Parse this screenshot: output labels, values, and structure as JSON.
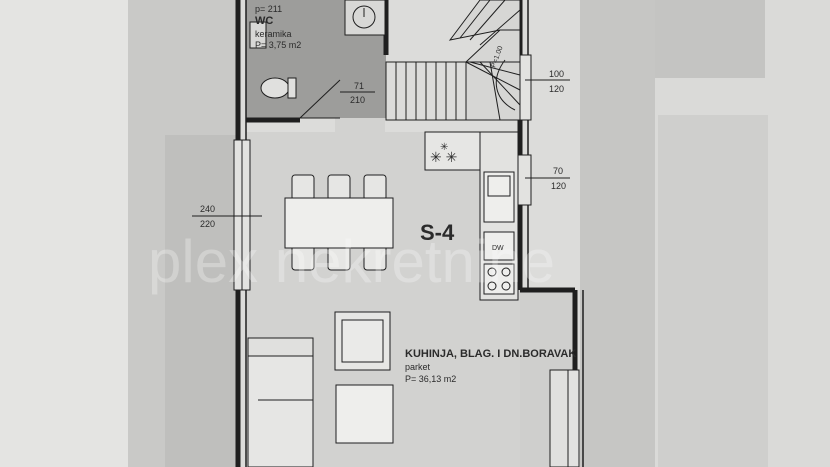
{
  "plan": {
    "unit_label": "S-4",
    "watermark": "plex  nekretnine",
    "wc": {
      "code": "p= 211",
      "name": "WC",
      "finish": "keramika",
      "area": "P= 3,75 m2"
    },
    "living": {
      "name": "KUHINJA, BLAG. I DN.BORAVAK",
      "finish": "parket",
      "area": "P= 36,13 m2"
    },
    "dimensions": {
      "door_top": "71",
      "door_bottom": "210",
      "window_right1_top": "100",
      "window_right1_bottom": "120",
      "window_right2_top": "70",
      "window_right2_bottom": "120",
      "window_left_top": "240",
      "window_left_bottom": "220",
      "stair_label": "P=1.00"
    },
    "appliance_labels": {
      "dishwasher": "DW"
    }
  }
}
